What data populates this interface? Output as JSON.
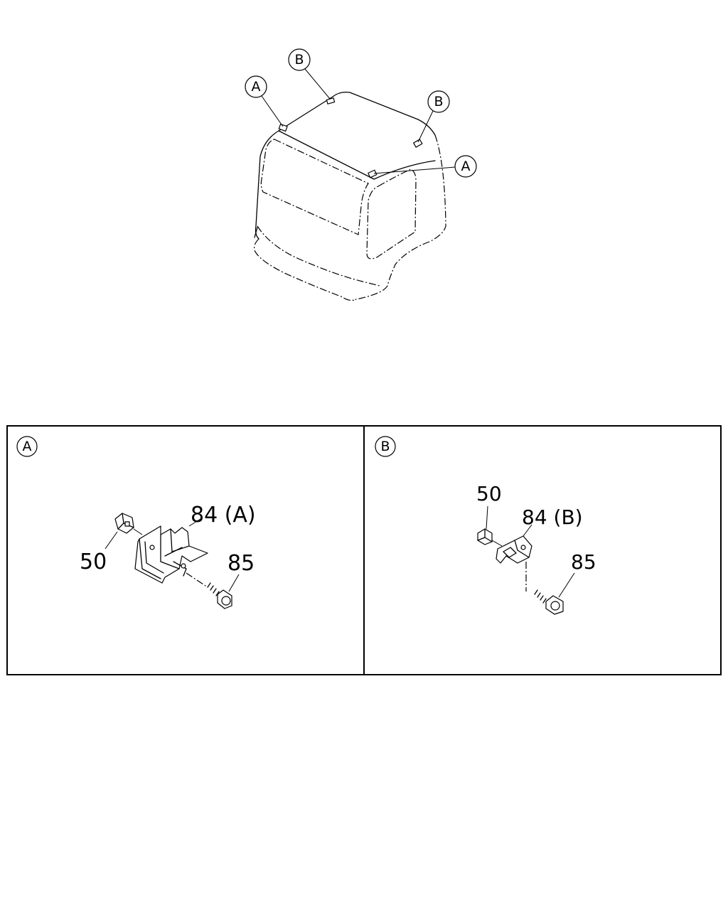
{
  "overview": {
    "callouts": [
      "B",
      "A",
      "B",
      "A"
    ]
  },
  "detail_a": {
    "marker": "A",
    "labels": {
      "clip": "50",
      "bracket": "84 (A)",
      "screw": "85"
    }
  },
  "detail_b": {
    "marker": "B",
    "labels": {
      "clip": "50",
      "bracket": "84 (B)",
      "screw": "85"
    }
  }
}
